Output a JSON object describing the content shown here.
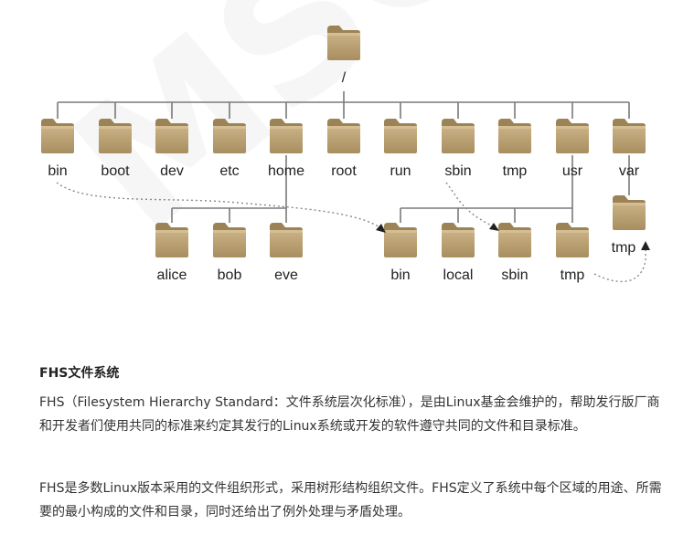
{
  "tree": {
    "root": {
      "label": "/"
    },
    "top_level": [
      "bin",
      "boot",
      "dev",
      "etc",
      "home",
      "root",
      "run",
      "sbin",
      "tmp",
      "usr",
      "var"
    ],
    "home_children": [
      "alice",
      "bob",
      "eve"
    ],
    "usr_children": [
      "bin",
      "local",
      "sbin",
      "tmp"
    ],
    "var_children": [
      "tmp"
    ],
    "folder_color": "#b69b6a"
  },
  "article": {
    "heading": "FHS文件系统",
    "paragraph1": "FHS（Filesystem Hierarchy Standard：文件系统层次化标准），是由Linux基金会维护的，帮助发行版厂商和开发者们使用共同的标准来约定其发行的Linux系统或开发的软件遵守共同的文件和目录标准。",
    "paragraph2": "FHS是多数Linux版本采用的文件组织形式，采用树形结构组织文件。FHS定义了系统中每个区域的用途、所需要的最小构成的文件和目录，同时还给出了例外处理与矛盾处理。"
  }
}
